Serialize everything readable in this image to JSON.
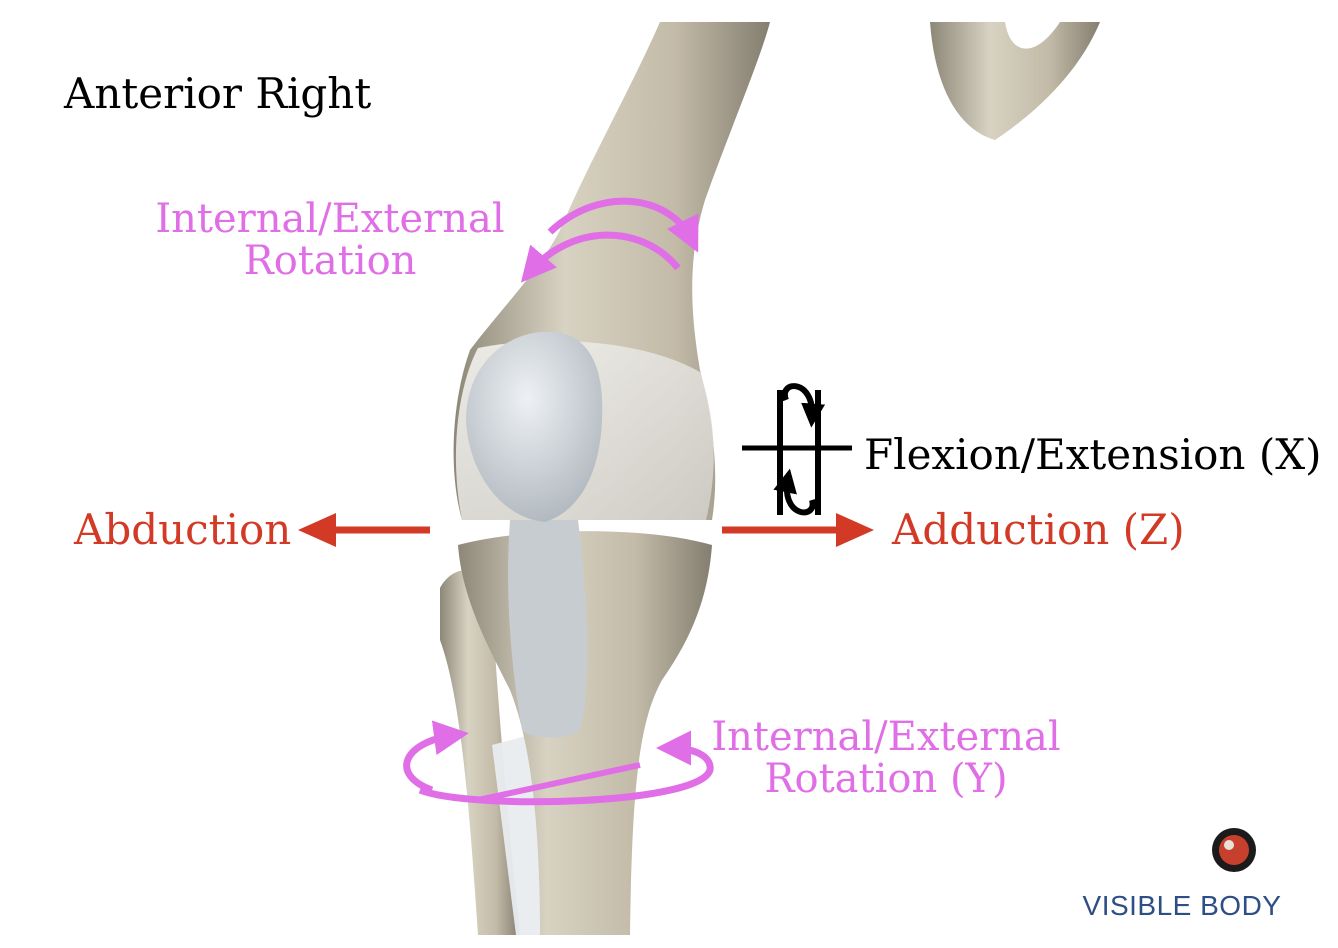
{
  "view_title": "Anterior Right",
  "labels": {
    "femur_rotation_line1": "Internal/External",
    "femur_rotation_line2": "Rotation",
    "tibia_rotation_line1": "Internal/External",
    "tibia_rotation_line2": "Rotation (Y)",
    "abduction": "Abduction",
    "adduction": "Adduction (Z)",
    "flexion": "Flexion/Extension (X)"
  },
  "logo": {
    "text": "VISIBLE BODY"
  },
  "colors": {
    "rotation": "#e06ee6",
    "ab_adduction": "#d33a26",
    "flexion": "#000000",
    "bone": "#c9c2b2",
    "patella": "#d7dde2",
    "logo": "#2d4f86"
  },
  "icons": [
    "rotation-arrow-icon",
    "abduction-arrow-icon",
    "adduction-arrow-icon",
    "flexion-axis-icon",
    "visible-body-logo-icon"
  ]
}
